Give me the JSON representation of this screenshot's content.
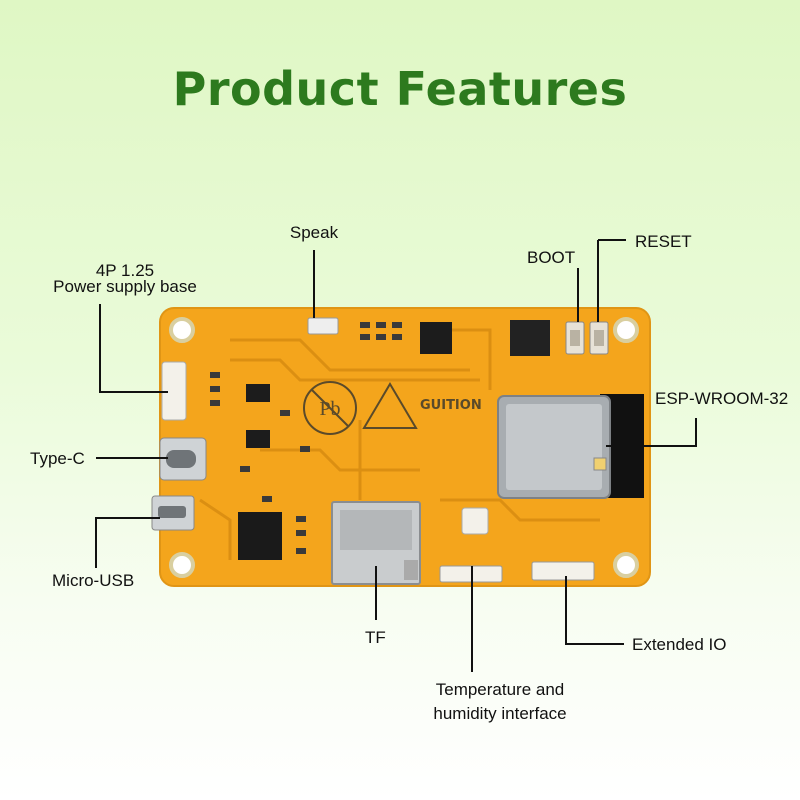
{
  "title": "Product Features",
  "brand": "GUITION",
  "labels": {
    "speak": "Speak",
    "power_line1": "4P 1.25",
    "power_line2": "Power supply base",
    "boot": "BOOT",
    "reset": "RESET",
    "esp": "ESP-WROOM-32",
    "typec": "Type-C",
    "microusb": "Micro-USB",
    "tf": "TF",
    "extended_io": "Extended IO",
    "temp_line1": "Temperature and",
    "temp_line2": "humidity interface"
  },
  "colors": {
    "title": "#2d7a1e",
    "board": "#f4a51c",
    "trace": "#d68a10",
    "line": "#111111"
  }
}
